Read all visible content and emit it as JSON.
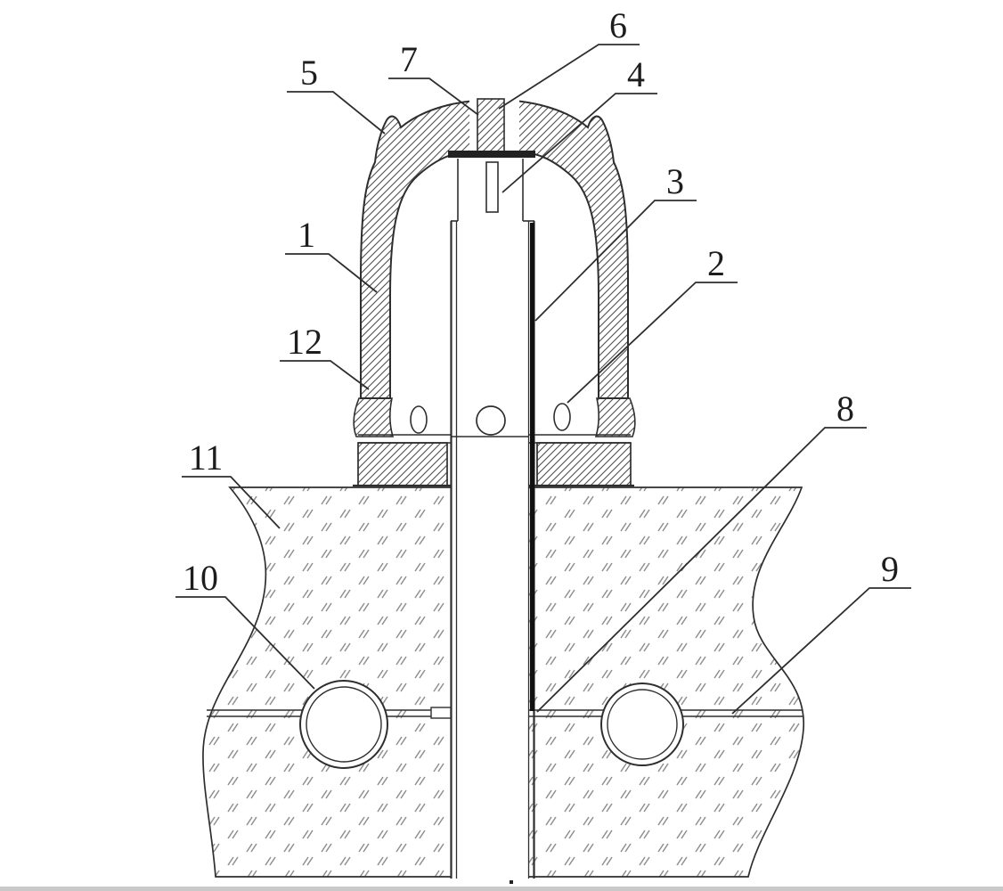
{
  "figure": {
    "colors": {
      "line": "#2e2e2e",
      "metal_hatch": "#4f4f4f",
      "soil_mark": "#8f8f8f",
      "background": "#ffffff"
    },
    "callouts": {
      "c1": "1",
      "c2": "2",
      "c3": "3",
      "c4": "4",
      "c5": "5",
      "c6": "6",
      "c7": "7",
      "c8": "8",
      "c9": "9",
      "c10": "10",
      "c11": "11",
      "c12": "12"
    }
  }
}
